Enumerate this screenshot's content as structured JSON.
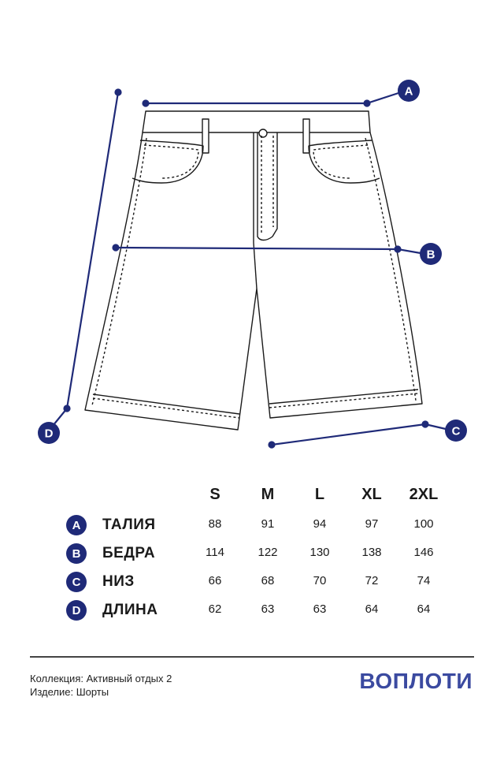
{
  "colors": {
    "accent": "#1f2a78",
    "brand": "#3b4aa0",
    "line": "#1a1a1a"
  },
  "markers": [
    "A",
    "B",
    "C",
    "D"
  ],
  "table": {
    "sizes": [
      "S",
      "M",
      "L",
      "XL",
      "2XL"
    ],
    "rows": [
      {
        "key": "A",
        "label": "ТАЛИЯ",
        "values": [
          "88",
          "91",
          "94",
          "97",
          "100"
        ]
      },
      {
        "key": "B",
        "label": "БЕДРА",
        "values": [
          "114",
          "122",
          "130",
          "138",
          "146"
        ]
      },
      {
        "key": "C",
        "label": "НИЗ",
        "values": [
          "66",
          "68",
          "70",
          "72",
          "74"
        ]
      },
      {
        "key": "D",
        "label": "ДЛИНА",
        "values": [
          "62",
          "63",
          "63",
          "64",
          "64"
        ]
      }
    ]
  },
  "footer": {
    "collection": "Коллекция: Активный отдых 2",
    "item": "Изделие: Шорты",
    "brand": "ВОПЛОТИ"
  }
}
